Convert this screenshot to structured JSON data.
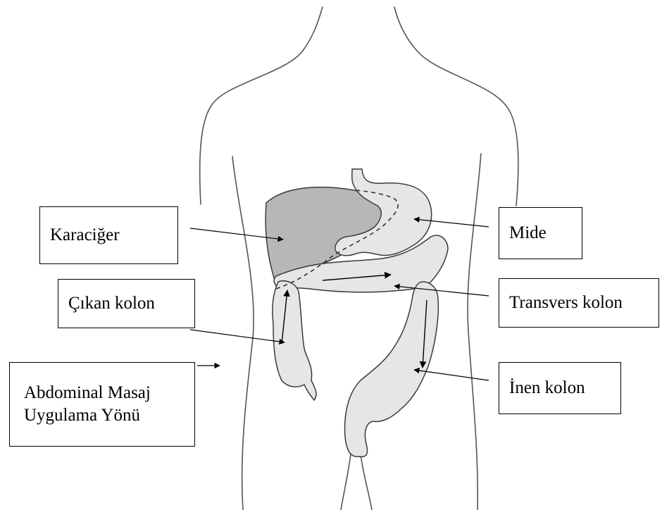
{
  "labels": {
    "liver": "Karaciğer",
    "stomach": "Mide",
    "ascending_colon": "Çıkan kolon",
    "transverse_colon": "Transvers kolon",
    "descending_colon": "İnen kolon",
    "massage_direction_line1": "Abdominal Masaj",
    "massage_direction_line2": "Uygulama Yönü"
  },
  "colors": {
    "liver_fill": "#b7b7b7",
    "organ_fill": "#e6e6e6",
    "outline": "#3a3a3a"
  }
}
